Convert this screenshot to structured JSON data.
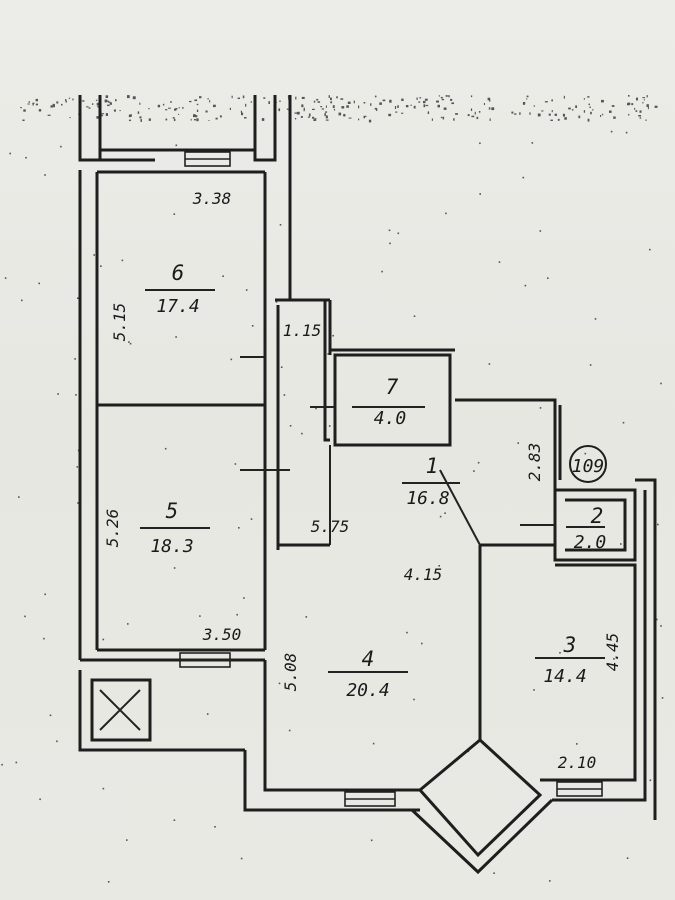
{
  "plan": {
    "apartment_number": "109",
    "rooms": [
      {
        "number": "6",
        "area": "17.4"
      },
      {
        "number": "5",
        "area": "18.3"
      },
      {
        "number": "7",
        "area": "4.0"
      },
      {
        "number": "1",
        "area": "16.8"
      },
      {
        "number": "2",
        "area": "2.0"
      },
      {
        "number": "4",
        "area": "20.4"
      },
      {
        "number": "3",
        "area": "14.4"
      }
    ],
    "dimensions": {
      "room6_width": "3.38",
      "room6_length": "5.15",
      "corridor_width": "1.15",
      "room5_length": "5.26",
      "room5_width": "3.50",
      "hall_length": "5.75",
      "hall_width": "4.15",
      "room1_side": "2.83",
      "room4_length": "5.08",
      "room3_length": "4.45",
      "room3_width": "2.10"
    }
  }
}
